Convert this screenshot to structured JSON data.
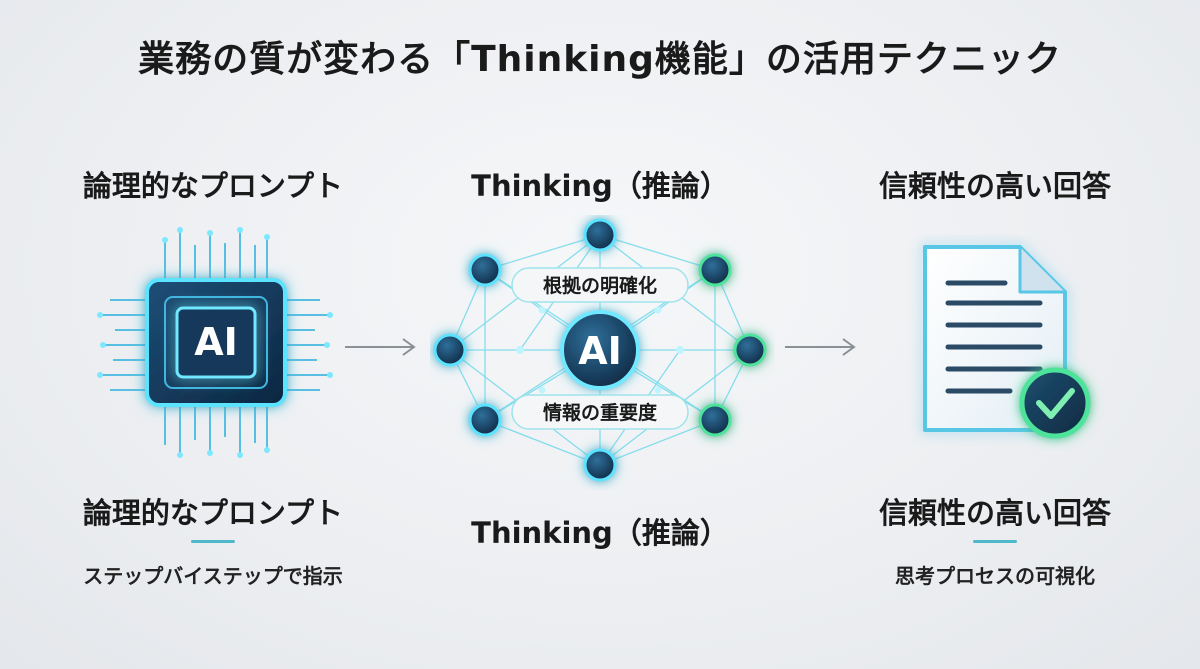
{
  "title": "業務の質が変わる「Thinking機能」の活用テクニック",
  "left": {
    "heading_top": "論理的なプロンプト",
    "chip_label": "AI",
    "heading_bottom": "論理的なプロンプト",
    "subtitle": "ステップバイステップで指示"
  },
  "center": {
    "heading_top": "Thinking（推論）",
    "node_label": "AI",
    "tag_top": "根拠の明確化",
    "tag_bottom": "情報の重要度",
    "heading_bottom": "Thinking（推論）"
  },
  "right": {
    "heading_top": "信頼性の高い回答",
    "heading_bottom": "信頼性の高い回答",
    "subtitle": "思考プロセスの可視化"
  },
  "colors": {
    "cyan_glow": "#39d0e6",
    "green_glow": "#3ee08a",
    "navy": "#0f2a44",
    "accent_line": "#4fb8c9"
  }
}
